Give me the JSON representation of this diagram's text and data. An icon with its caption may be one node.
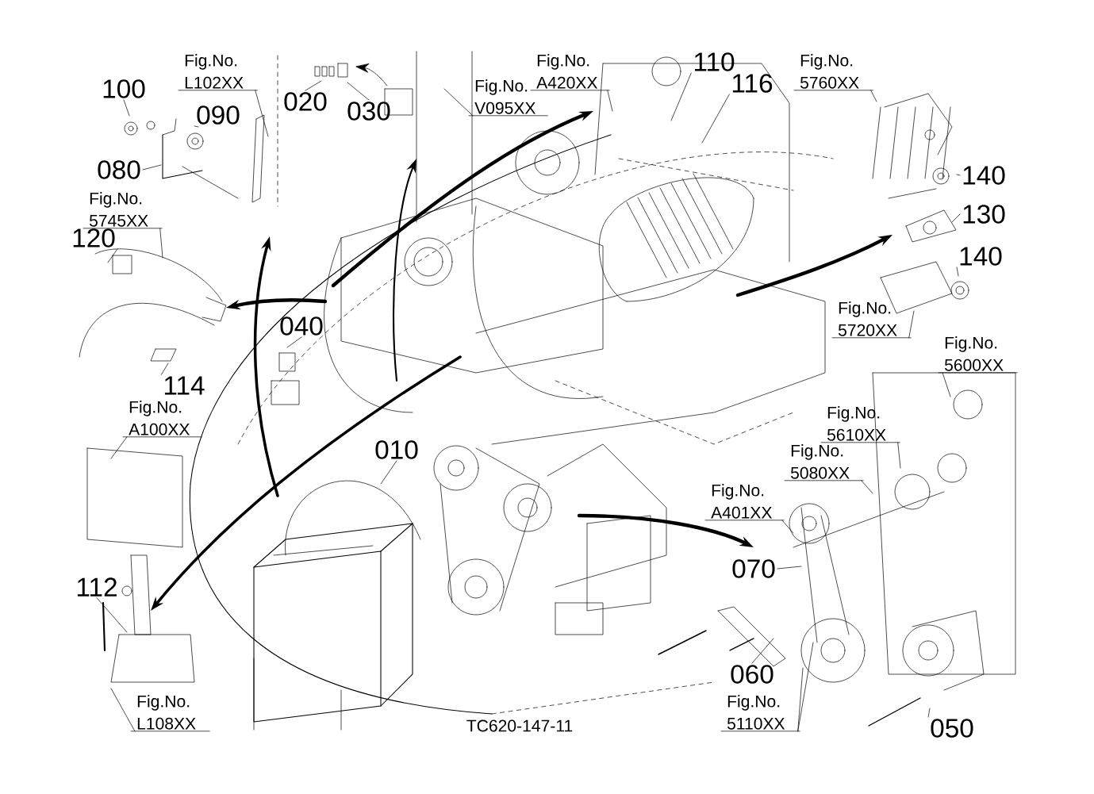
{
  "diagram": {
    "nodes": [
      {
        "text": [
          "Fig.No. L102XX"
        ]
      },
      {
        "text": [
          "020"
        ]
      },
      {
        "text": [
          "030"
        ]
      },
      {
        "text": [
          "Fig.No. V095XX"
        ]
      },
      {
        "text": [
          "Fig.No. A420XX"
        ]
      },
      {
        "text": [
          "110"
        ]
      },
      {
        "text": [
          "116"
        ]
      },
      {
        "text": [
          "Fig.No. 5760XX"
        ]
      },
      {
        "text": [
          "100"
        ]
      },
      {
        "text": [
          "090"
        ]
      },
      {
        "text": [
          "080"
        ]
      },
      {
        "text": [
          "Fig.No. 5745XX"
        ]
      },
      {
        "text": [
          "120"
        ]
      },
      {
        "text": [
          "140"
        ]
      },
      {
        "text": [
          "130"
        ]
      },
      {
        "text": [
          "140"
        ]
      },
      {
        "text": [
          "040"
        ]
      },
      {
        "text": [
          "114"
        ]
      },
      {
        "text": [
          "Fig.No. 5720XX"
        ]
      },
      {
        "text": [
          "Fig.No. 5600XX"
        ]
      },
      {
        "text": [
          "Fig.No. A100XX"
        ]
      },
      {
        "text": [
          "010"
        ]
      },
      {
        "text": [
          "Fig.No. 5610XX"
        ]
      },
      {
        "text": [
          "Fig.No. 5080XX"
        ]
      },
      {
        "text": [
          "Fig.No. A401XX"
        ]
      },
      {
        "text": [
          "070"
        ]
      },
      {
        "text": [
          "112"
        ]
      },
      {
        "text": [
          "060"
        ]
      },
      {
        "text": [
          "Fig.No. L108XX"
        ]
      },
      {
        "text": [
          "Fig.No. 5110XX"
        ]
      },
      {
        "text": [
          "050"
        ]
      }
    ],
    "edges": [
      {
        "from": 0,
        "to": null,
        "arrow": "none"
      },
      {
        "from": 1,
        "to": null,
        "arrow": "none"
      },
      {
        "from": 2,
        "to": null,
        "arrow": "none"
      },
      {
        "from": 3,
        "to": null,
        "arrow": "none"
      },
      {
        "from": 4,
        "to": null,
        "arrow": "none"
      },
      {
        "from": 5,
        "to": null,
        "arrow": "none"
      },
      {
        "from": 6,
        "to": null,
        "arrow": "none"
      },
      {
        "from": 7,
        "to": null,
        "arrow": "none"
      },
      {
        "from": 8,
        "to": null,
        "arrow": "none"
      },
      {
        "from": 9,
        "to": null,
        "arrow": "none"
      },
      {
        "from": 10,
        "to": null,
        "arrow": "none"
      },
      {
        "from": 11,
        "to": null,
        "arrow": "none"
      },
      {
        "from": 12,
        "to": null,
        "arrow": "none"
      },
      {
        "from": 13,
        "to": null,
        "arrow": "none"
      },
      {
        "from": 14,
        "to": null,
        "arrow": "none"
      },
      {
        "from": 15,
        "to": null,
        "arrow": "none"
      },
      {
        "from": 16,
        "to": null,
        "arrow": "none"
      },
      {
        "from": 17,
        "to": null,
        "arrow": "none"
      },
      {
        "from": 18,
        "to": null,
        "arrow": "none"
      },
      {
        "from": 19,
        "to": null,
        "arrow": "none"
      },
      {
        "from": 20,
        "to": null,
        "arrow": "none"
      },
      {
        "from": 21,
        "to": null,
        "arrow": "none"
      },
      {
        "from": 22,
        "to": null,
        "arrow": "none"
      },
      {
        "from": 23,
        "to": null,
        "arrow": "none"
      },
      {
        "from": 24,
        "to": null,
        "arrow": "none"
      },
      {
        "from": 25,
        "to": null,
        "arrow": "none"
      },
      {
        "from": 26,
        "to": null,
        "arrow": "none"
      },
      {
        "from": 27,
        "to": null,
        "arrow": "none"
      },
      {
        "from": 28,
        "to": null,
        "arrow": "none"
      },
      {
        "from": 29,
        "to": null,
        "arrow": "none"
      },
      {
        "from": 29,
        "to": null,
        "arrow": "none"
      },
      {
        "from": 30,
        "to": null,
        "arrow": "none"
      }
    ],
    "labels": [
      "TC620-147-11"
    ]
  }
}
